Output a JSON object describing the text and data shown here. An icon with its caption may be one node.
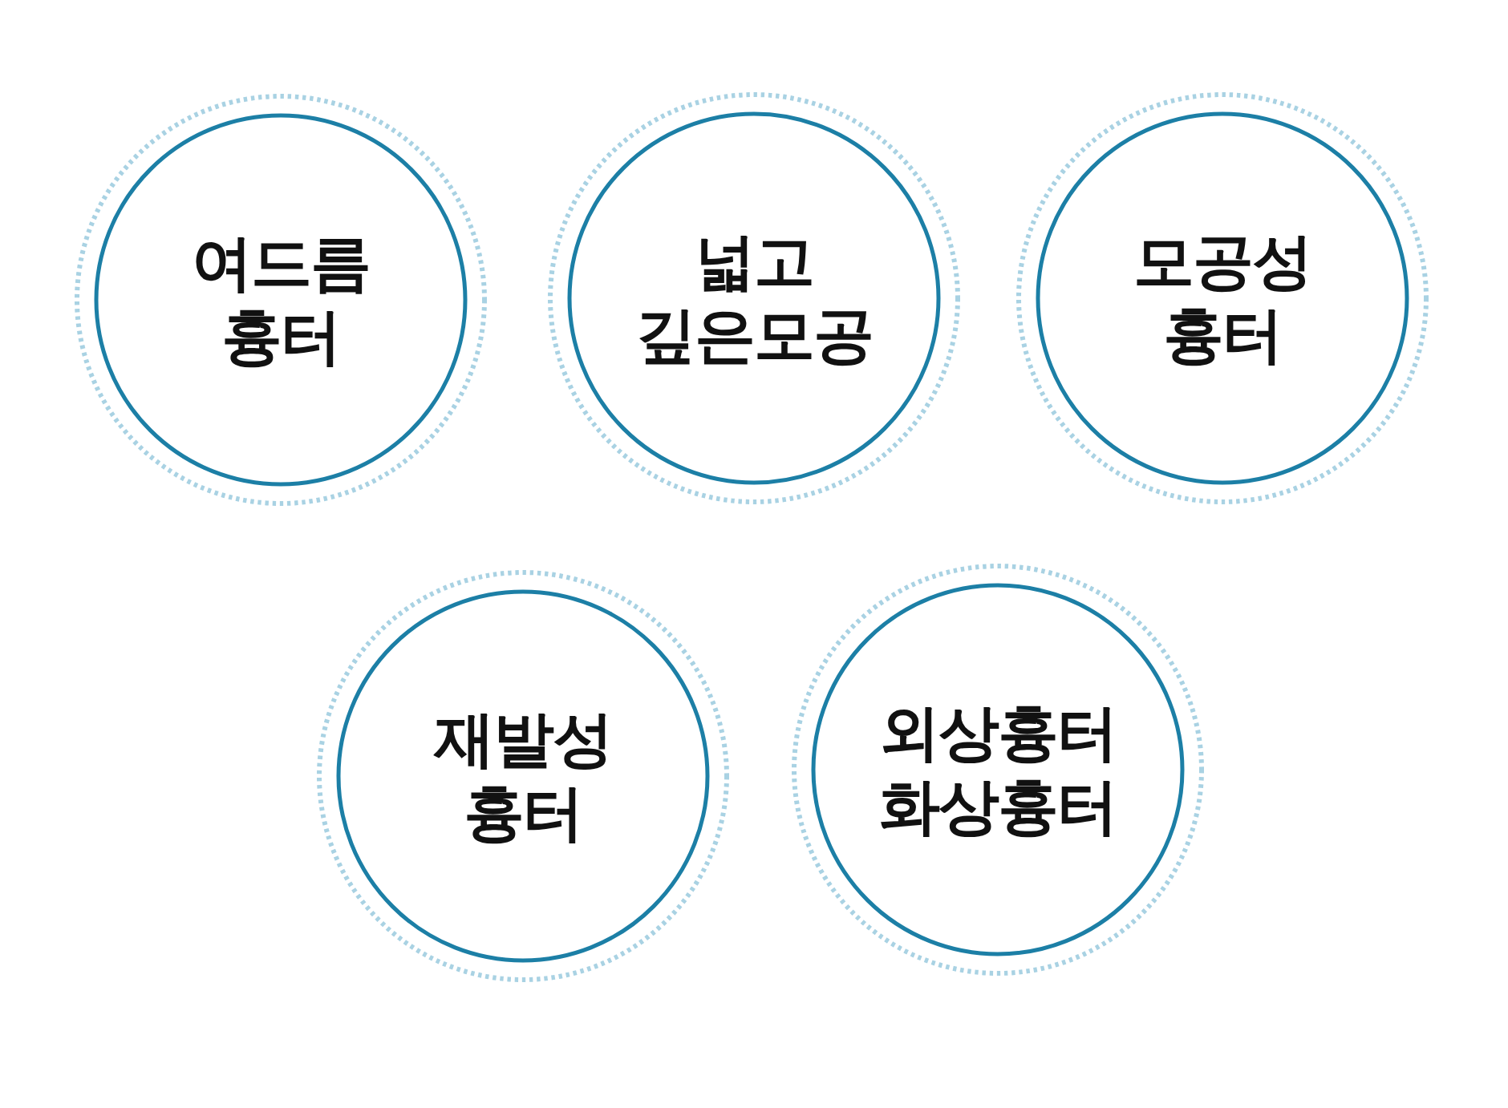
{
  "diagram": {
    "nodes": [
      {
        "text": [
          "여드름 흉터"
        ]
      },
      {
        "text": [
          "넓고 깊은모공"
        ]
      },
      {
        "text": [
          "모공성 흉터"
        ]
      },
      {
        "text": [
          "재발성 흉터"
        ]
      },
      {
        "text": [
          "외상흉터 화상흉터"
        ]
      }
    ]
  }
}
